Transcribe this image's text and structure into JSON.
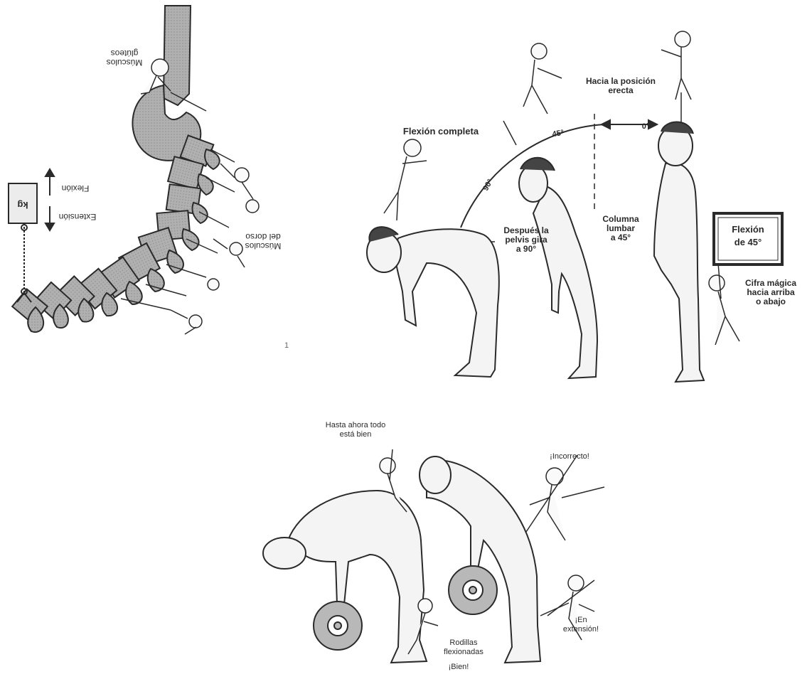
{
  "panel_spine": {
    "label_gluteos_line1": "Músculos",
    "label_gluteos_line2": "glúteos",
    "label_dorso_line1": "Músculos",
    "label_dorso_line2": "del dorso",
    "label_flexion": "Flexión",
    "label_extension": "Extensión",
    "weight_label": "kg",
    "stray_mark": "1"
  },
  "panel_posture": {
    "label_flexion_completa": "Flexión completa",
    "label_posicion_line1": "Hacia la posición",
    "label_posicion_line2": "erecta",
    "angle_90": "90°",
    "angle_45": "45°",
    "angle_0": "0°",
    "label_despues_line1": "Después la",
    "label_despues_line2": "pelvis gira",
    "label_despues_line3": "a 90°",
    "label_columna_line1": "Columna",
    "label_columna_line2": "lumbar",
    "label_columna_line3": "a 45°",
    "box_line1": "Flexión",
    "box_line2": "de 45°",
    "label_cifra_line1": "Cifra mágica",
    "label_cifra_line2": "hacia arriba",
    "label_cifra_line3": "o abajo"
  },
  "panel_lifting": {
    "label_hasta_line1": "Hasta ahora todo",
    "label_hasta_line2": "está bien",
    "label_incorrecto": "¡Incorrecto!",
    "label_rodillas_line1": "Rodillas",
    "label_rodillas_line2": "flexionadas",
    "label_bien": "¡Bien!",
    "label_extension_line1": "¡En",
    "label_extension_line2": "extensión!"
  },
  "colors": {
    "ink": "#2a2a2a",
    "vertebra_fill": "#a4a4a4",
    "body_fill": "#f4f4f4"
  }
}
